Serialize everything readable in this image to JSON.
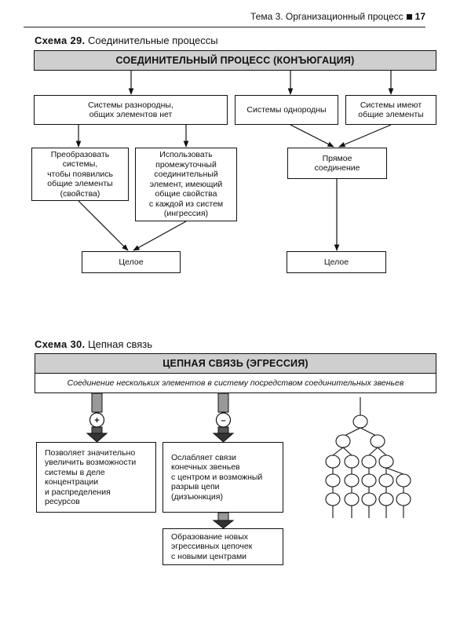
{
  "header": {
    "text": "Тема 3. Организационный процесс",
    "page_number": "17"
  },
  "scheme29": {
    "label": "Схема 29.",
    "title": "Соединительные процессы",
    "main_box": "СОЕДИНИТЕЛЬНЫЙ ПРОЦЕСС (КОНЪЮГАЦИЯ)",
    "heterogeneous": "Системы разнородны,\nобщих элементов нет",
    "homogeneous": "Системы однородны",
    "common_elements": "Системы имеют\nобщие элементы",
    "transform": "Преобразовать\nсистемы,\nчтобы появились\nобщие элементы\n(свойства)",
    "intermediate": "Использовать\nпромежуточный\nсоединительный\nэлемент, имеющий\nобщие свойства\nс каждой из систем\n(ингрессия)",
    "direct": "Прямое\nсоединение",
    "whole_left": "Целое",
    "whole_right": "Целое"
  },
  "scheme30": {
    "label": "Схема 30.",
    "title": "Цепная связь",
    "main_box": "ЦЕПНАЯ СВЯЗЬ (ЭГРЕССИЯ)",
    "subtitle": "Соединение нескольких элементов в систему посредством соединительных звеньев",
    "plus_sign": "+",
    "minus_sign": "–",
    "plus_text": "Позволяет значительно\nувеличить возможности\nсистемы в деле\nконцентрации\nи распределения\nресурсов",
    "minus_text": "Ослабляет связи\nконечных звеньев\nс центром и возможный\nразрыв цепи\n(дизъюнкция)",
    "new_chains": "Образование новых\nэгрессивных цепочек\nс новыми центрами"
  }
}
